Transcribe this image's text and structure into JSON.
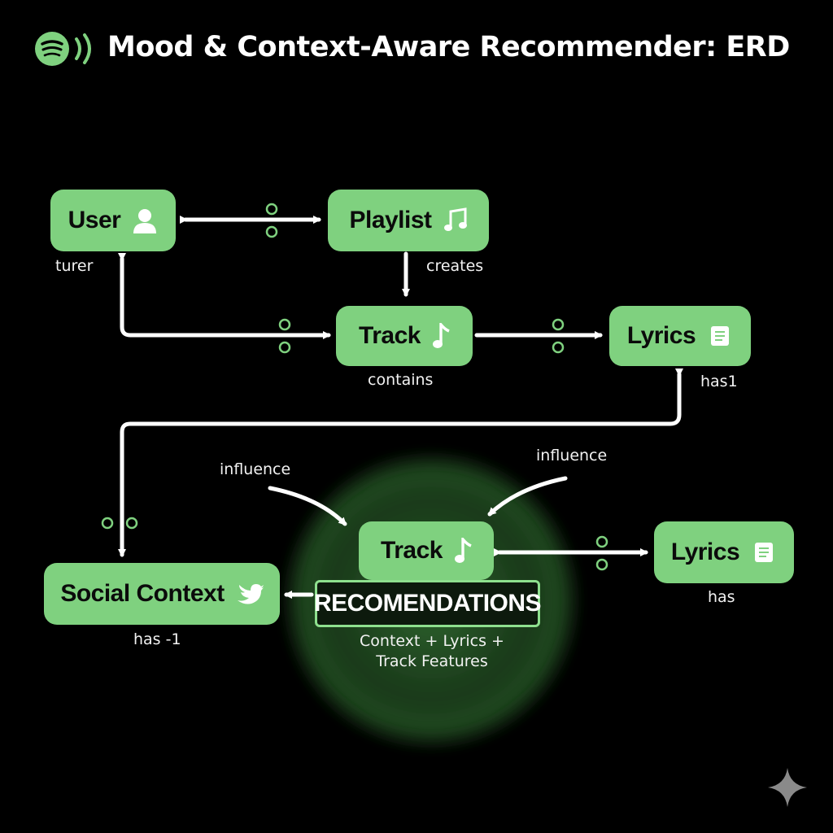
{
  "header": {
    "title": "Mood & Context-Aware Recommender: ERD",
    "logo_icon": "spotify-logo-icon"
  },
  "entities": {
    "user": {
      "label": "User",
      "icon": "user-icon"
    },
    "playlist": {
      "label": "Playlist",
      "icon": "music-notes-icon"
    },
    "track": {
      "label": "Track",
      "icon": "music-note-icon"
    },
    "lyrics": {
      "label": "Lyrics",
      "icon": "scroll-icon"
    },
    "social_context": {
      "label": "Social Context",
      "icon": "bird-icon"
    },
    "track_center": {
      "label": "Track",
      "icon": "music-note-icon"
    },
    "lyrics_right": {
      "label": "Lyrics",
      "icon": "scroll-icon"
    }
  },
  "relations": {
    "turer": "turer",
    "creates": "creates",
    "contains": "contains",
    "has1": "has1",
    "influence_left": "influence",
    "influence_right": "influence",
    "has": "has",
    "has_neg1": "has -1"
  },
  "recommendations": {
    "label": "RECOMENDATIONS",
    "subtitle_line1": "Context + Lyrics +",
    "subtitle_line2": "Track Features"
  },
  "colors": {
    "background": "#000000",
    "node_fill": "#7fd17f",
    "accent": "#8ee08e",
    "text": "#ffffff"
  }
}
